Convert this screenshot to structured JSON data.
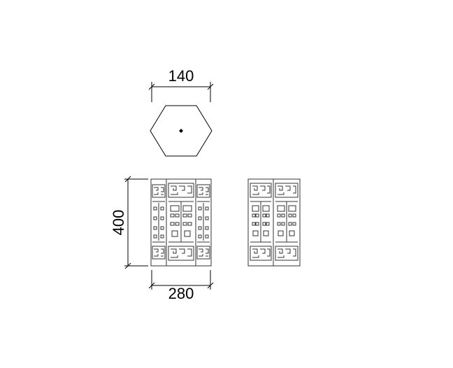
{
  "dimensions": {
    "top_width": "140",
    "height": "400",
    "bottom_width": "280"
  },
  "colors": {
    "line": "#000000",
    "panel_stroke": "#333333",
    "background": "#ffffff"
  }
}
